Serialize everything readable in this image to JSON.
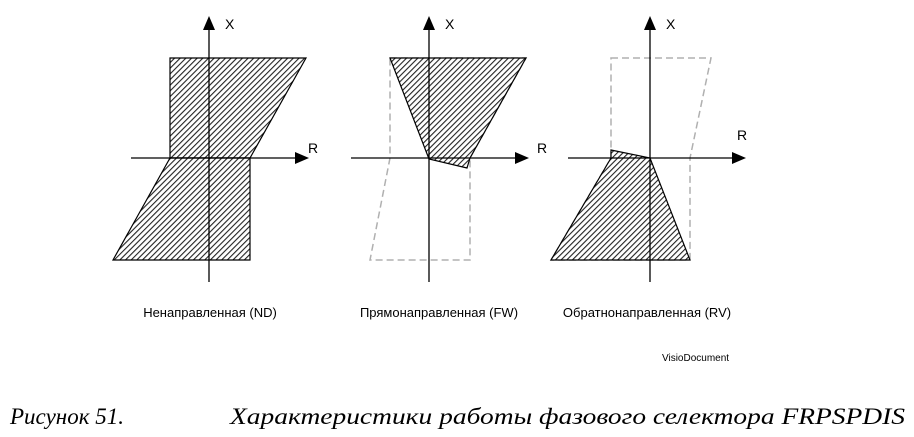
{
  "diagrams": [
    {
      "x_label": "X",
      "r_label": "R",
      "caption": "Ненаправленная (ND)"
    },
    {
      "x_label": "X",
      "r_label": "R",
      "caption": "Прямонаправленная (FW)"
    },
    {
      "x_label": "X",
      "r_label": "R",
      "caption": "Обратнонаправленная (RV)"
    }
  ],
  "source_label": "VisioDocument",
  "figure": {
    "number": "Рисунок 51.",
    "title": "Характеристики работы фазового селектора FRPSPDIS"
  }
}
